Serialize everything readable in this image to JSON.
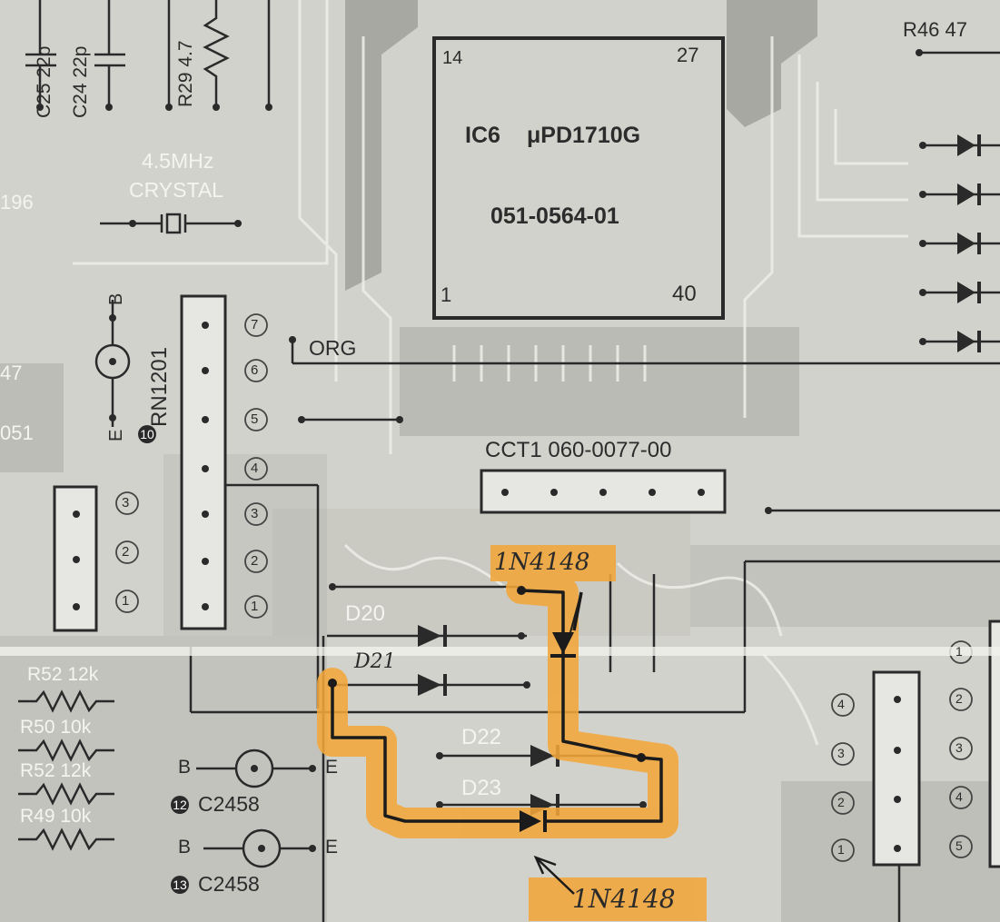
{
  "ic": {
    "designator": "IC6",
    "part": "μPD1710G",
    "number": "051-0564-01",
    "pin_tl": "14",
    "pin_tr": "27",
    "pin_bl": "1",
    "pin_br": "40"
  },
  "crystal": {
    "freq": "4.5MHz",
    "label": "CRYSTAL"
  },
  "resistors": {
    "r46": "R46  47",
    "r29": "R29  4.7",
    "r52a": "R52  12k",
    "r50": "R50  10k",
    "r52b": "R52  12k",
    "r49": "R49  10k"
  },
  "capacitors": {
    "c25": "C25  22p",
    "c24": "C24  22p"
  },
  "left_edge": {
    "n196": "196",
    "n47": "47",
    "n051": "051"
  },
  "rn1201": {
    "label": "RN1201",
    "num": "10",
    "pin_b": "B",
    "pin_e": "E"
  },
  "header_pins": [
    "7",
    "6",
    "5",
    "4",
    "3",
    "2",
    "1"
  ],
  "small_header_pins": [
    "3",
    "2",
    "1"
  ],
  "right_header_left_pins": [
    "4",
    "3",
    "2",
    "1"
  ],
  "right_header_right_pins": [
    "1",
    "2",
    "3",
    "4",
    "5"
  ],
  "org": "ORG",
  "cct": "CCT1  060-0077-00",
  "diodes": {
    "d20": "D20",
    "d21": "D21",
    "d22": "D22",
    "d23": "D23"
  },
  "transistors": {
    "q12_num": "12",
    "q12_part": "C2458",
    "q12_b": "B",
    "q12_e": "E",
    "q13_num": "13",
    "q13_part": "C2458",
    "q13_b": "B",
    "q13_e": "E"
  },
  "annotations": {
    "top": "1N4148",
    "bottom": "1N4148"
  },
  "colors": {
    "board": "#d2d2cc",
    "trace": "#a7a7a1",
    "ink": "#2b2b2b",
    "highlight": "#f2a63a",
    "marker": "#1b1b1b"
  }
}
